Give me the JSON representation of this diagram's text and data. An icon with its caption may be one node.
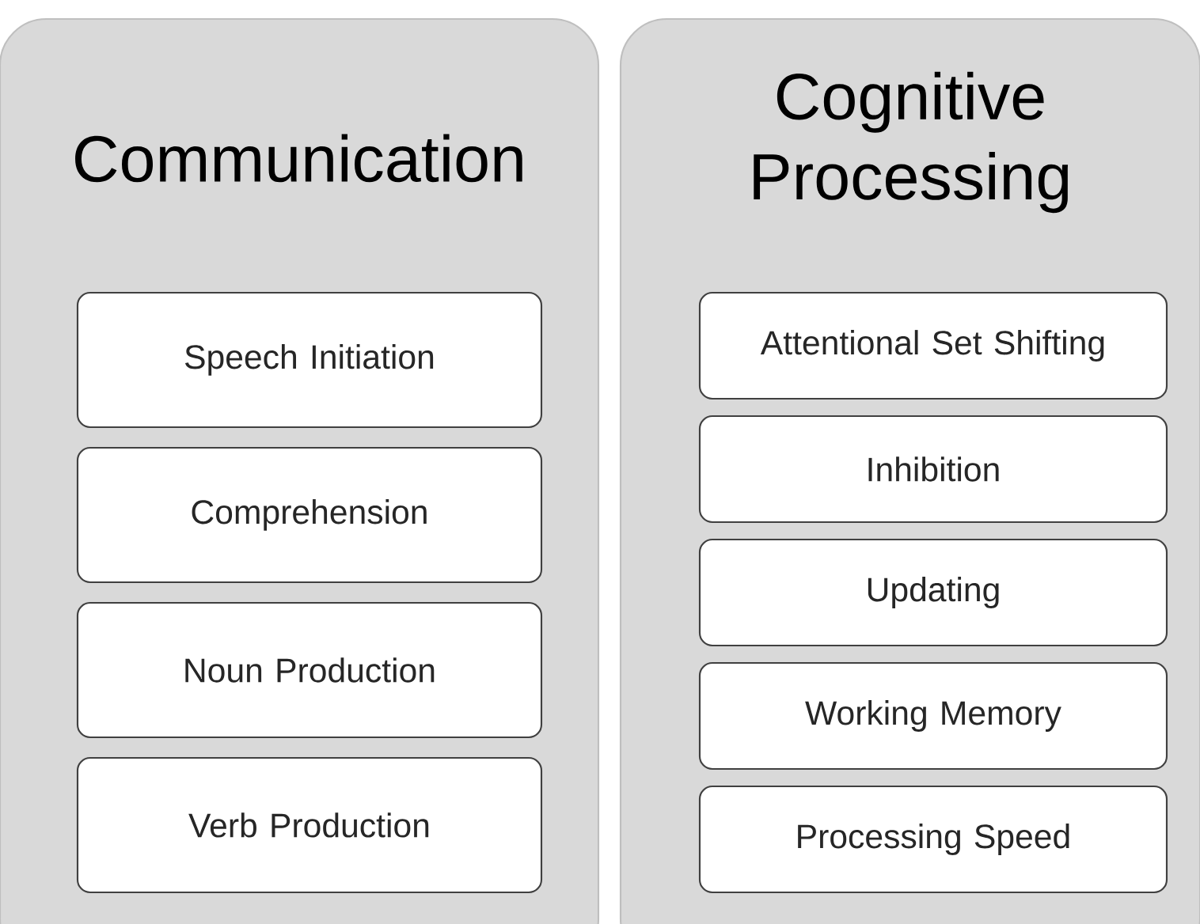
{
  "diagram": {
    "nodes": [
      {
        "text": [
          "Communication"
        ]
      },
      {
        "text": [
          "Speech Initiation"
        ],
        "in": 0
      },
      {
        "text": [
          "Comprehension"
        ],
        "in": 0
      },
      {
        "text": [
          "Noun Production"
        ],
        "in": 0
      },
      {
        "text": [
          "Verb Production"
        ],
        "in": 0
      },
      {
        "text": [
          "Cognitive Processing"
        ]
      },
      {
        "text": [
          "Attentional Set Shifting"
        ],
        "in": 5
      },
      {
        "text": [
          "Inhibition"
        ],
        "in": 5
      },
      {
        "text": [
          "Updating"
        ],
        "in": 5
      },
      {
        "text": [
          "Working Memory"
        ],
        "in": 5
      },
      {
        "text": [
          "Processing Speed"
        ],
        "in": 5
      }
    ]
  }
}
